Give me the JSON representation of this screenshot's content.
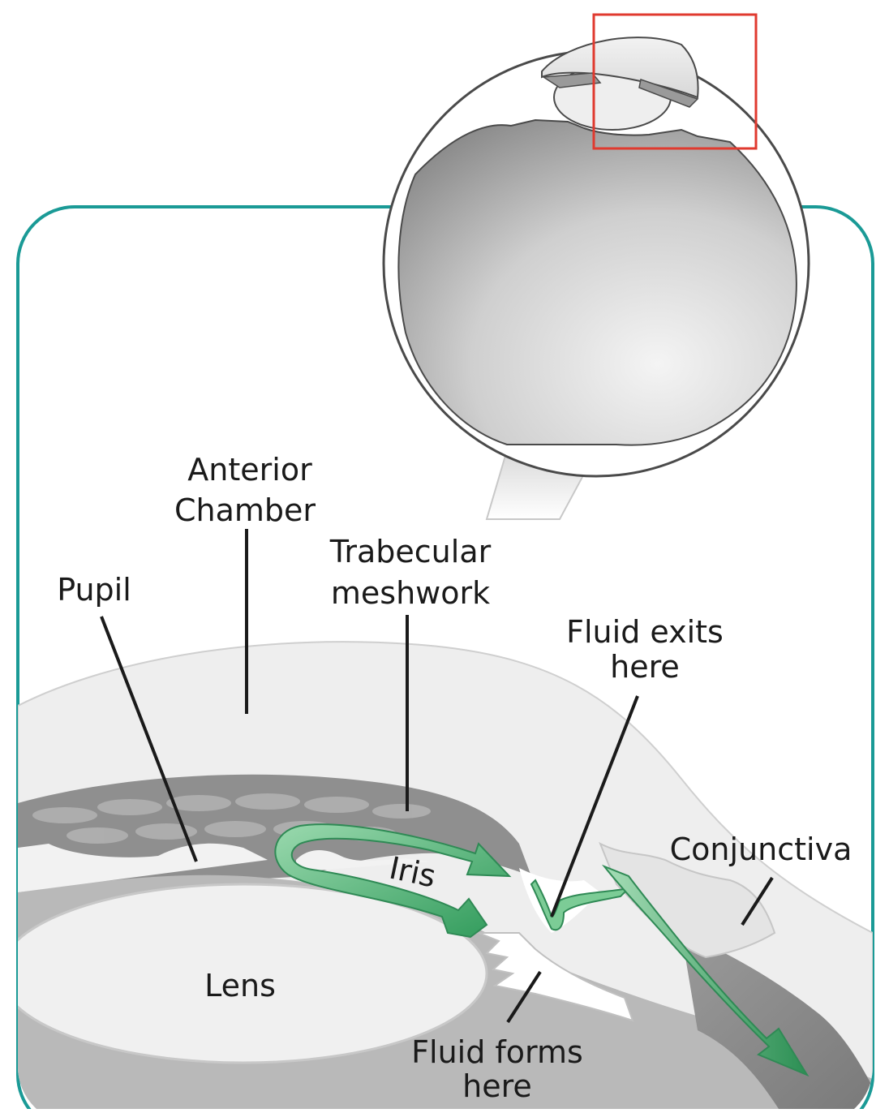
{
  "diagram": {
    "labels": {
      "anterior_chamber_line1": "Anterior",
      "anterior_chamber_line2": "Chamber",
      "trabecular_line1": "Trabecular",
      "trabecular_line2": "meshwork",
      "pupil": "Pupil",
      "fluid_exits_line1": "Fluid exits",
      "fluid_exits_line2": "here",
      "conjunctiva": "Conjunctiva",
      "iris": "Iris",
      "lens": "Lens",
      "fluid_forms_line1": "Fluid forms",
      "fluid_forms_line2": "here"
    },
    "colors": {
      "frame": "#1a9a96",
      "highlight_box": "#e03a2f",
      "fluid_arrow": "#3aa764",
      "fluid_arrow_light": "#8fd3a3",
      "tissue_light": "#e6e6e6",
      "tissue_mid": "#bdbdbd",
      "tissue_dark": "#8a8a8a"
    }
  }
}
